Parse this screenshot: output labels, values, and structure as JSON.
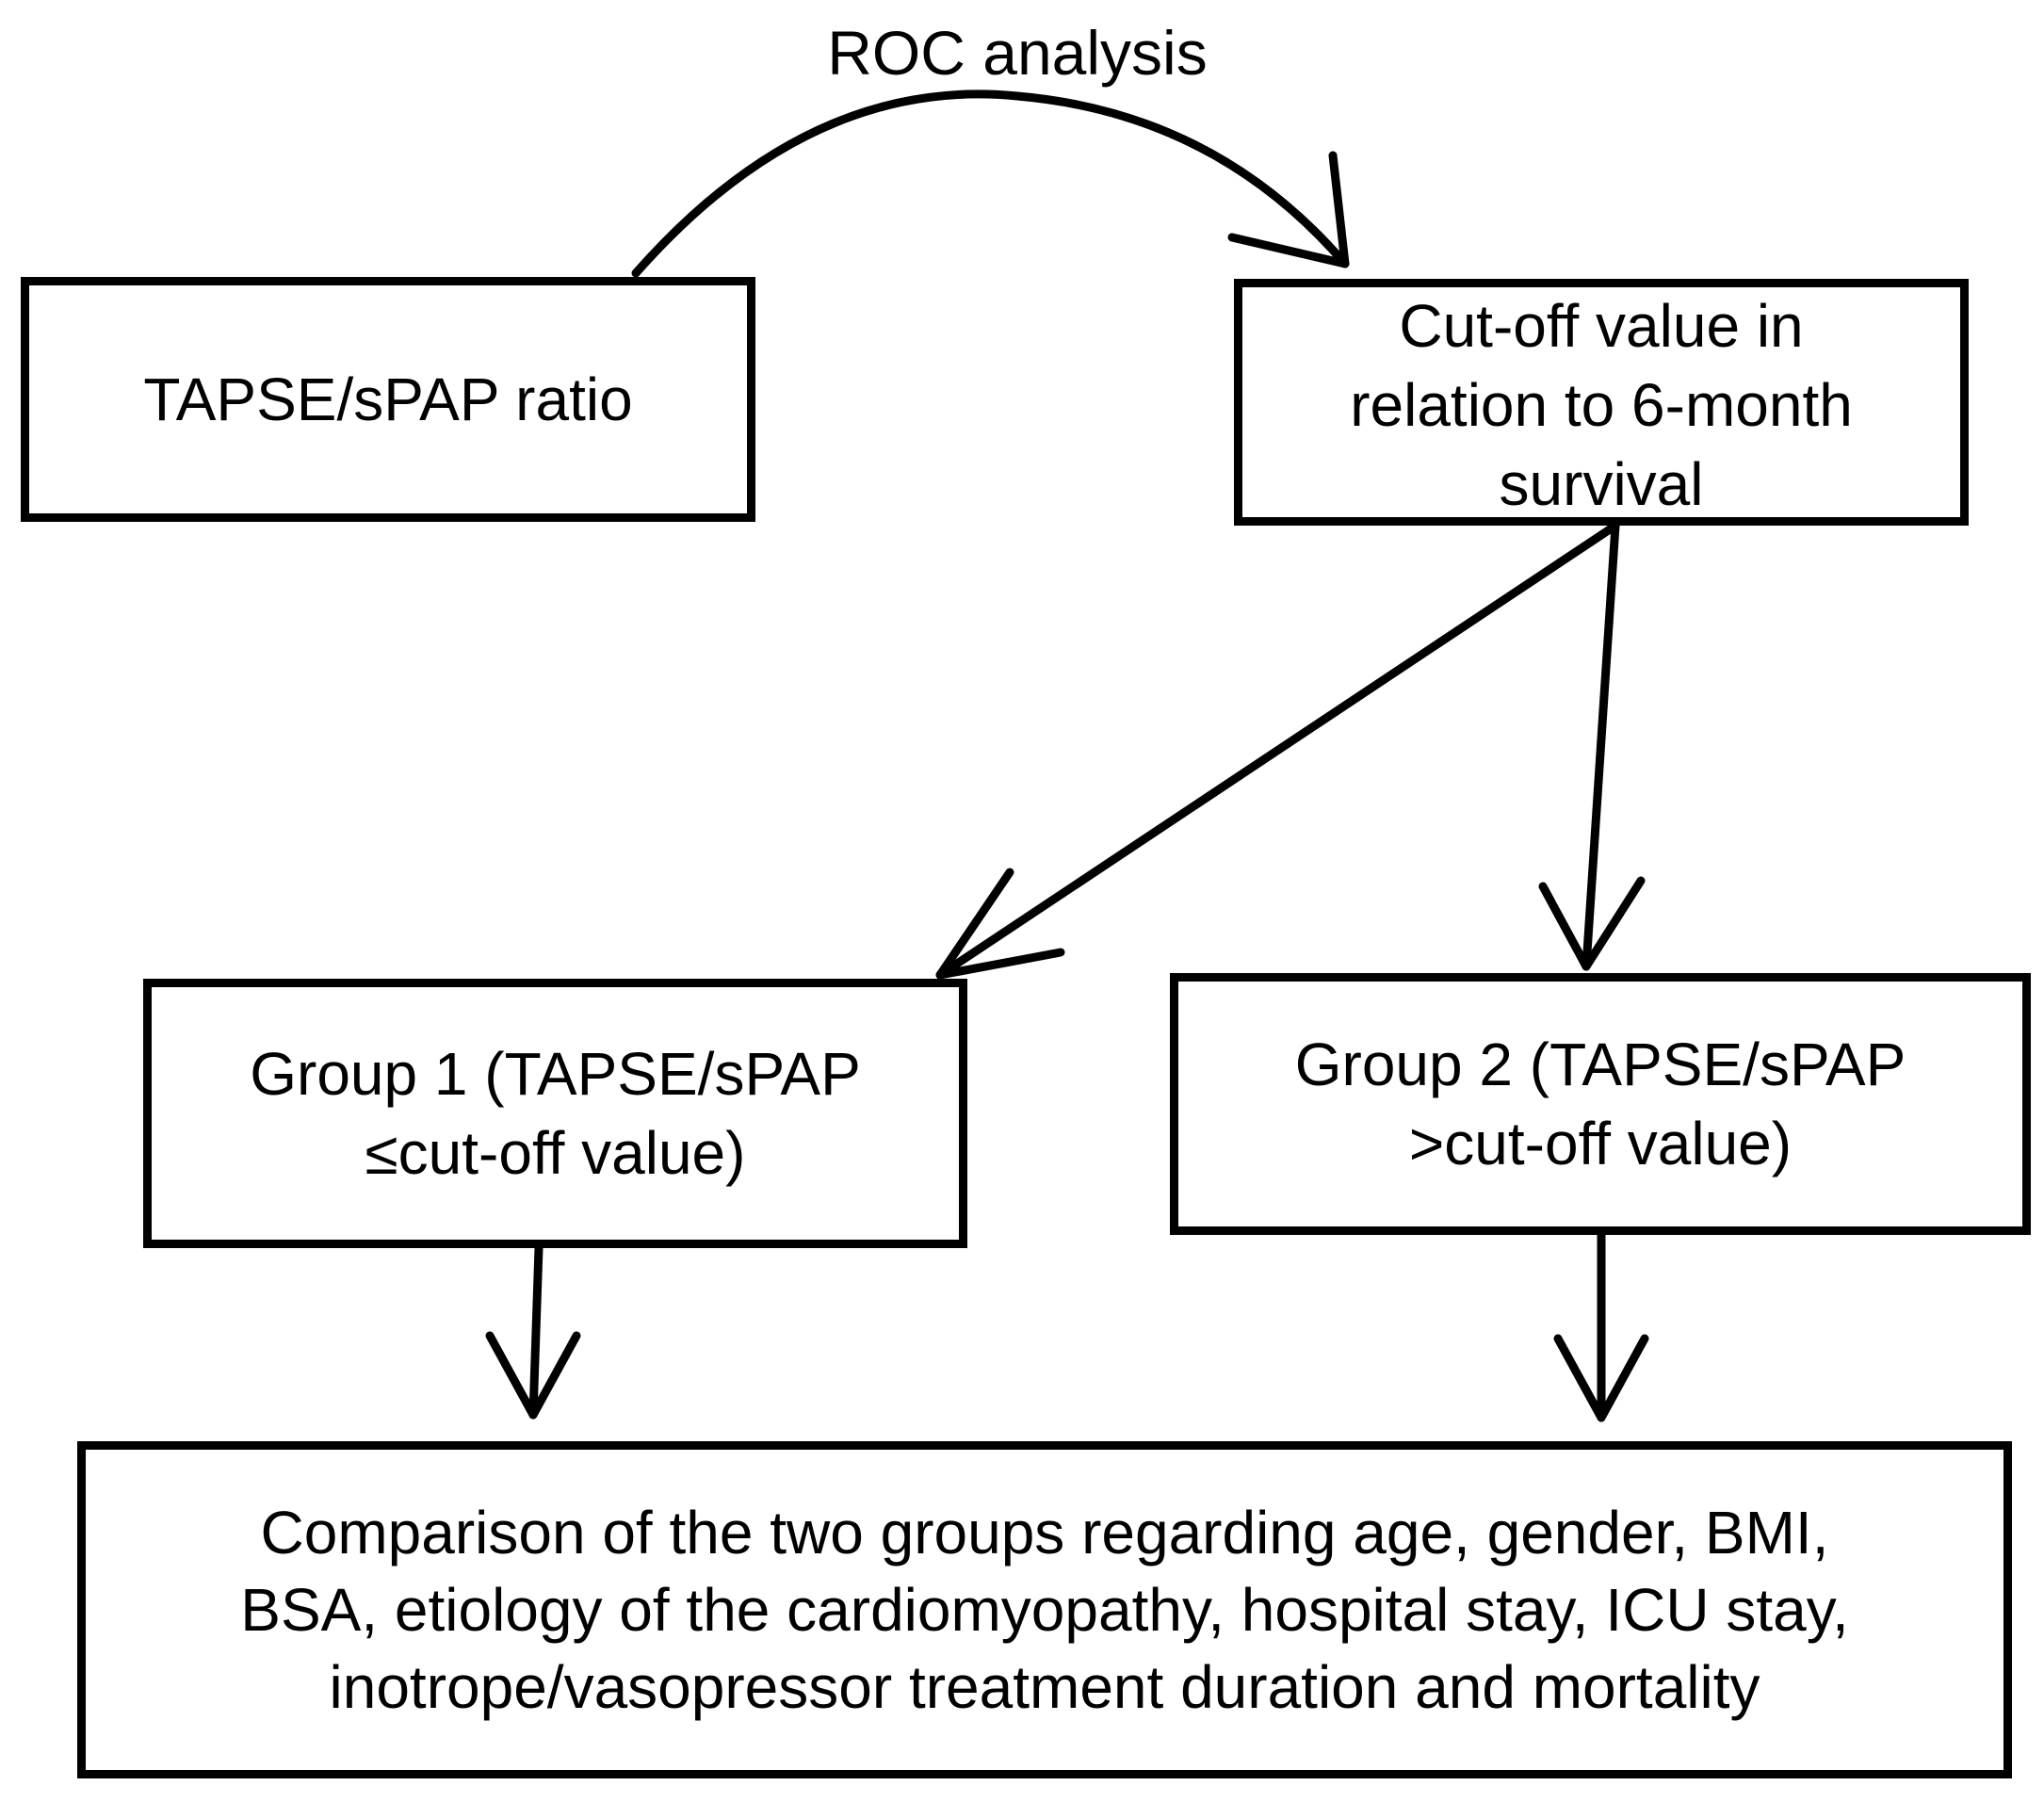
{
  "diagram": {
    "arrow_label": "ROC analysis",
    "nodes": {
      "tapse_ratio": "TAPSE/sPAP ratio",
      "cutoff": "Cut-off value in\nrelation to 6-month\nsurvival",
      "group1": "Group 1 (TAPSE/sPAP\n≤cut-off value)",
      "group2": "Group 2 (TAPSE/sPAP\n>cut-off value)",
      "comparison": "Comparison of the two groups regarding age, gender, BMI,\nBSA, etiology of the cardiomyopathy, hospital stay, ICU stay,\ninotrope/vasopressor treatment duration and mortality"
    },
    "colors": {
      "stroke": "#000000",
      "background": "#ffffff"
    }
  }
}
